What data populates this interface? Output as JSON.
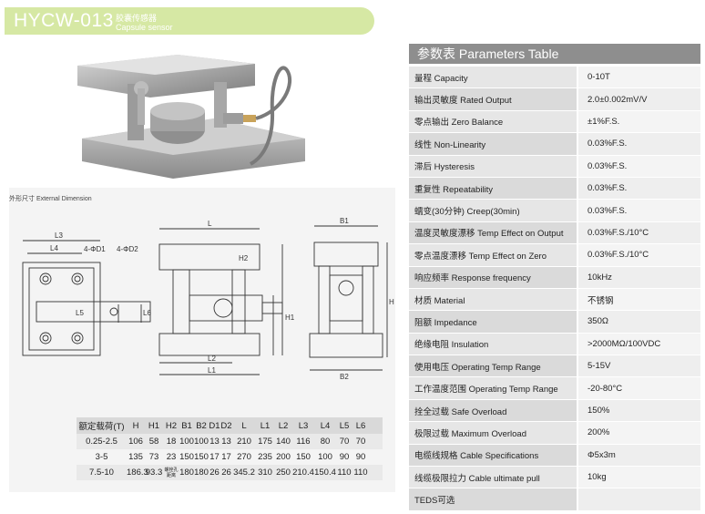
{
  "header": {
    "model": "HYCW-013",
    "subtitle_cn": "胶囊传感器",
    "subtitle_en": "Capsule sensor"
  },
  "dimension": {
    "title": "外形尺寸 External Dimension",
    "labels": {
      "L3": "L3",
      "L4": "L4",
      "D1": "4-ΦD1",
      "D2": "4-ΦD2",
      "L5": "L5",
      "L6": "L6",
      "L": "L",
      "H2": "H2",
      "H1": "H1",
      "L2": "L2",
      "L1": "L1",
      "B1": "B1",
      "H": "H",
      "B2": "B2"
    },
    "table": {
      "headers": [
        "额定载荷(T)",
        "H",
        "H1",
        "H2",
        "B1",
        "B2",
        "D1",
        "D2",
        "L",
        "L1",
        "L2",
        "L3",
        "L4",
        "L5",
        "L6"
      ],
      "rows": [
        [
          "0.25-2.5",
          "106",
          "58",
          "18",
          "100",
          "100",
          "13",
          "13",
          "210",
          "175",
          "140",
          "116",
          "80",
          "70",
          "70"
        ],
        [
          "3-5",
          "135",
          "73",
          "23",
          "150",
          "150",
          "17",
          "17",
          "270",
          "235",
          "200",
          "150",
          "100",
          "90",
          "90"
        ],
        [
          "7.5-10",
          "186.3",
          "93.3",
          "螺栓孔 距离",
          "180",
          "180",
          "26",
          "26",
          "345.2",
          "310",
          "250",
          "210.4",
          "150.4",
          "110",
          "110"
        ]
      ]
    }
  },
  "params": {
    "title": "参数表  Parameters Table",
    "rows": [
      {
        "label": "量程 Capacity",
        "value": "0-10T"
      },
      {
        "label": "输出灵敏度 Rated Output",
        "value": "2.0±0.002mV/V"
      },
      {
        "label": "零点输出 Zero Balance",
        "value": "±1%F.S."
      },
      {
        "label": "线性 Non-Linearity",
        "value": "0.03%F.S."
      },
      {
        "label": "滞后 Hysteresis",
        "value": "0.03%F.S."
      },
      {
        "label": "重复性 Repeatability",
        "value": "0.03%F.S."
      },
      {
        "label": "蠕变(30分钟) Creep(30min)",
        "value": "0.03%F.S."
      },
      {
        "label": "温度灵敏度漂移 Temp Effect on Output",
        "value": "0.03%F.S./10°C"
      },
      {
        "label": "零点温度漂移 Temp Effect on Zero",
        "value": "0.03%F.S./10°C"
      },
      {
        "label": "响应频率 Response frequency",
        "value": "10kHz"
      },
      {
        "label": "材质 Material",
        "value": "不锈钢"
      },
      {
        "label": "阻额 Impedance",
        "value": "350Ω"
      },
      {
        "label": "绝缘电阻 Insulation",
        "value": ">2000MΩ/100VDC"
      },
      {
        "label": "使用电压 Operating Temp Range",
        "value": "5-15V"
      },
      {
        "label": "工作温度范围 Operating Temp Range",
        "value": "-20-80°C"
      },
      {
        "label": "拴全过载 Safe Overload",
        "value": "150%"
      },
      {
        "label": "极限过载 Maximum Overload",
        "value": "200%"
      },
      {
        "label": "电缆线规格 Cable Specifications",
        "value": "Φ5x3m"
      },
      {
        "label": "线缆极限拉力 Cable ultimate pull",
        "value": "10kg"
      },
      {
        "label": "TEDS可选",
        "value": ""
      }
    ]
  }
}
